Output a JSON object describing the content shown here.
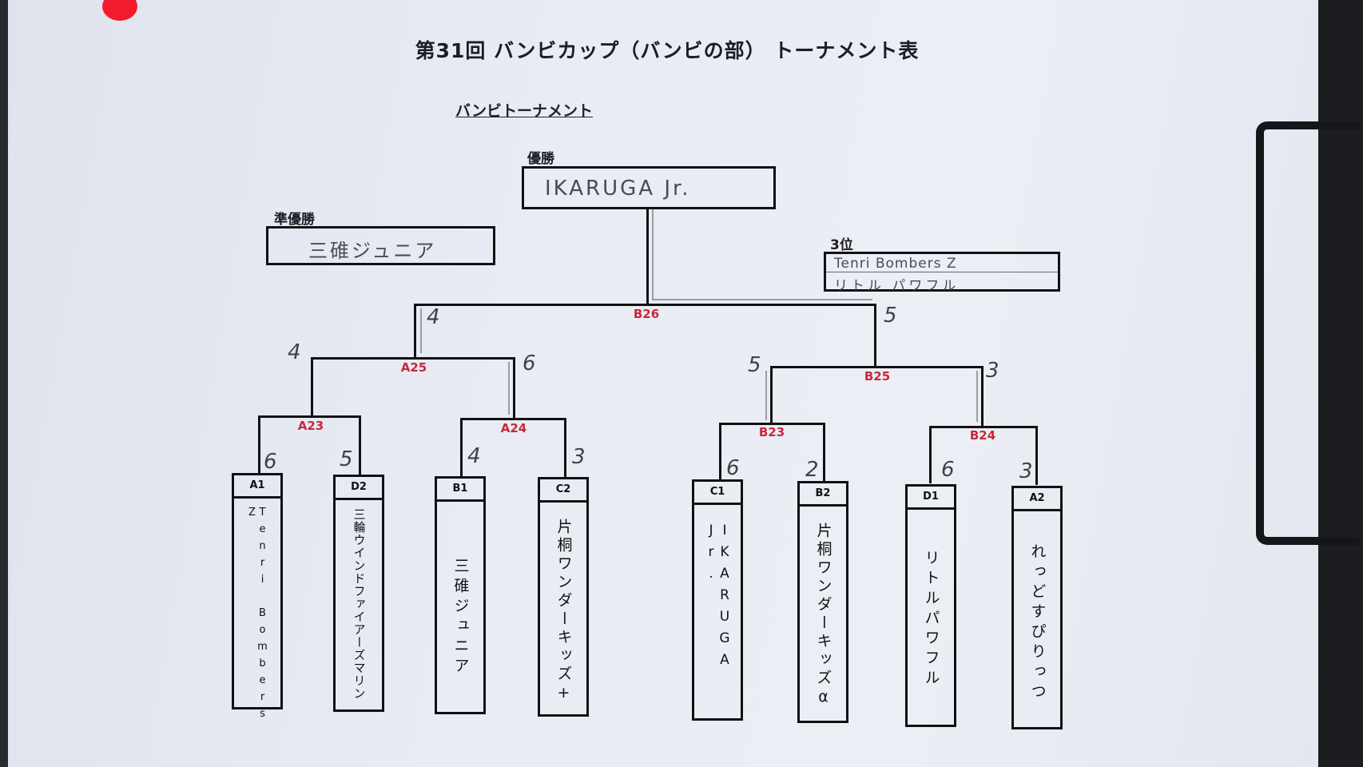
{
  "title": "第31回 バンビカップ（バンビの部） トーナメント表",
  "subtitle": "バンビトーナメント",
  "champion": {
    "label": "優勝",
    "name": "IKARUGA Jr."
  },
  "runner_up": {
    "label": "準優勝",
    "name": "三碓ジュニア"
  },
  "third": {
    "label": "3位",
    "names": [
      "Tenri Bombers Z",
      "リトル パワフル"
    ]
  },
  "matches": {
    "B26": "B26",
    "A25": "A25",
    "B25": "B25",
    "A23": "A23",
    "A24": "A24",
    "B23": "B23",
    "B24": "B24"
  },
  "scores": {
    "A25_in_B26": "4",
    "B25_in_B26": "5",
    "A23_in_A25": "4",
    "A24_in_A25": "6",
    "B23_in_B25": "5",
    "B24_in_B25": "3",
    "A1": "6",
    "D2": "5",
    "B1": "4",
    "C2": "3",
    "C1": "6",
    "B2": "2",
    "D1": "6",
    "A2": "3"
  },
  "teams": [
    {
      "seed": "A1",
      "name": "Tenri Bombers Z"
    },
    {
      "seed": "D2",
      "name": "三輪ウインドファイアーズマリン"
    },
    {
      "seed": "B1",
      "name": "三碓ジュニア"
    },
    {
      "seed": "C2",
      "name": "片桐ワンダーキッズ+"
    },
    {
      "seed": "C1",
      "name": "IKARUGA Jr."
    },
    {
      "seed": "B2",
      "name": "片桐ワンダーキッズα"
    },
    {
      "seed": "D1",
      "name": "リトルパワフル"
    },
    {
      "seed": "A2",
      "name": "れっどすぴりっつ"
    }
  ],
  "colors": {
    "match_label": "#c8283a",
    "paper": "#e9ecf4",
    "ink": "#111111"
  }
}
